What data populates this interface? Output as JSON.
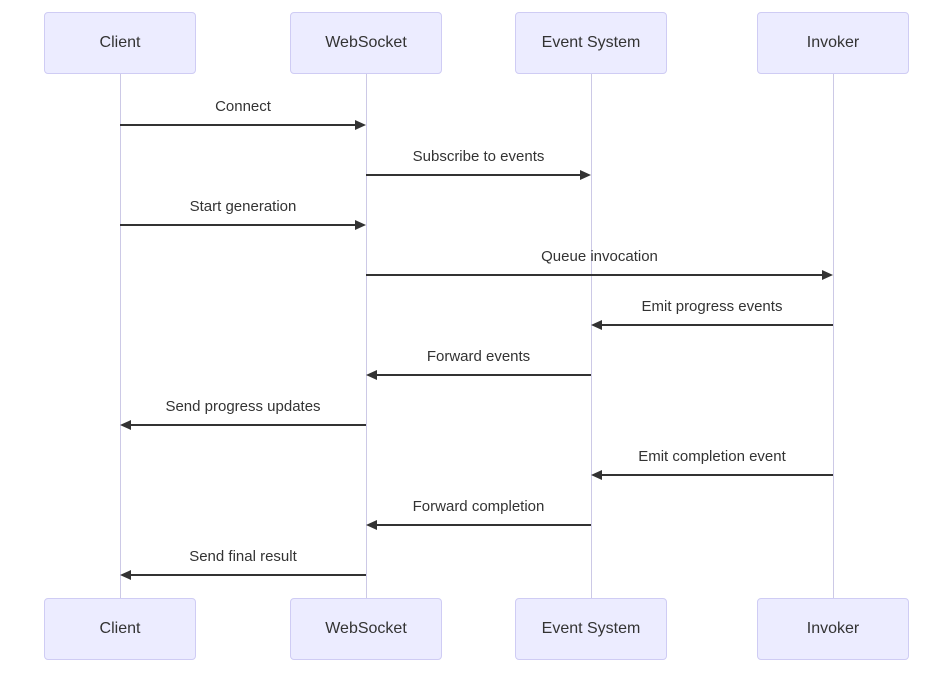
{
  "diagram": {
    "type": "sequence-diagram",
    "actors": [
      {
        "id": "client",
        "label": "Client"
      },
      {
        "id": "websocket",
        "label": "WebSocket"
      },
      {
        "id": "event-system",
        "label": "Event System"
      },
      {
        "id": "invoker",
        "label": "Invoker"
      }
    ],
    "messages": [
      {
        "from": "client",
        "to": "websocket",
        "label": "Connect"
      },
      {
        "from": "websocket",
        "to": "event-system",
        "label": "Subscribe to events"
      },
      {
        "from": "client",
        "to": "websocket",
        "label": "Start generation"
      },
      {
        "from": "websocket",
        "to": "invoker",
        "label": "Queue invocation"
      },
      {
        "from": "invoker",
        "to": "event-system",
        "label": "Emit progress events"
      },
      {
        "from": "event-system",
        "to": "websocket",
        "label": "Forward events"
      },
      {
        "from": "websocket",
        "to": "client",
        "label": "Send progress updates"
      },
      {
        "from": "invoker",
        "to": "event-system",
        "label": "Emit completion event"
      },
      {
        "from": "event-system",
        "to": "websocket",
        "label": "Forward completion"
      },
      {
        "from": "websocket",
        "to": "client",
        "label": "Send final result"
      }
    ],
    "colors": {
      "actor_fill": "#ECECFF",
      "actor_border": "#CFCCF4",
      "lifeline": "#CCC9E6",
      "arrow": "#333333",
      "text": "#333333"
    }
  }
}
